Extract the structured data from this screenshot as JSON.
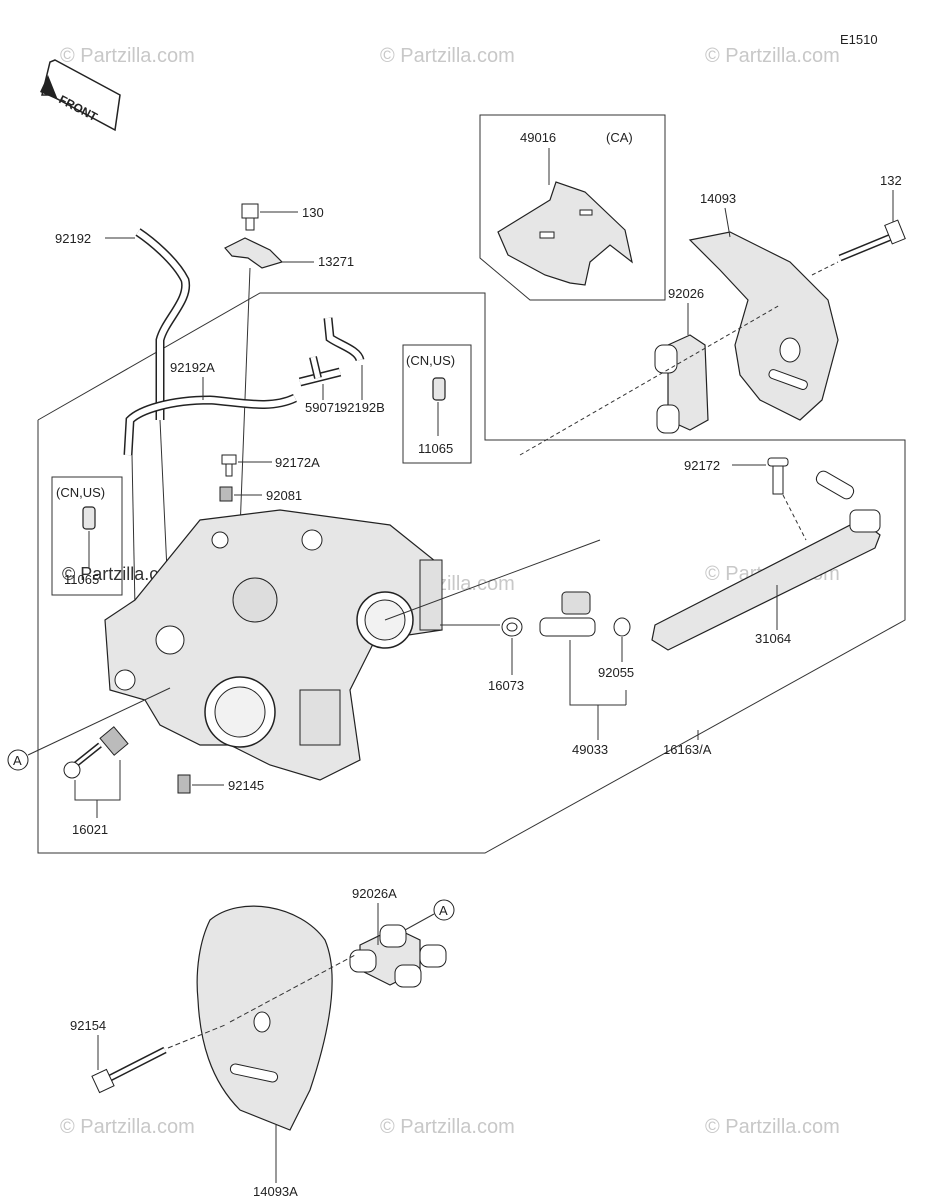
{
  "diagram_code": "E1510",
  "front_label": "FRONT",
  "watermark_text": "© Partzilla.com",
  "region_labels": {
    "ca": "(CA)",
    "cn_us_1": "(CN,US)",
    "cn_us_2": "(CN,US)"
  },
  "callout_A": "A",
  "parts": {
    "p49016": "49016",
    "p14093": "14093",
    "p132": "132",
    "p130": "130",
    "p13271": "13271",
    "p92192": "92192",
    "p92026": "92026",
    "p92192A": "92192A",
    "p92192B": "92192B",
    "p59071": "59071",
    "p11065": "11065",
    "p11065b": "11065",
    "p92172A": "92172A",
    "p92081": "92081",
    "p92172": "92172",
    "p31064": "31064",
    "p16073": "16073",
    "p92055": "92055",
    "p49033": "49033",
    "p16163A": "16163/A",
    "p92145": "92145",
    "p16021": "16021",
    "p92026A": "92026A",
    "p92154": "92154",
    "p14093A": "14093A"
  }
}
